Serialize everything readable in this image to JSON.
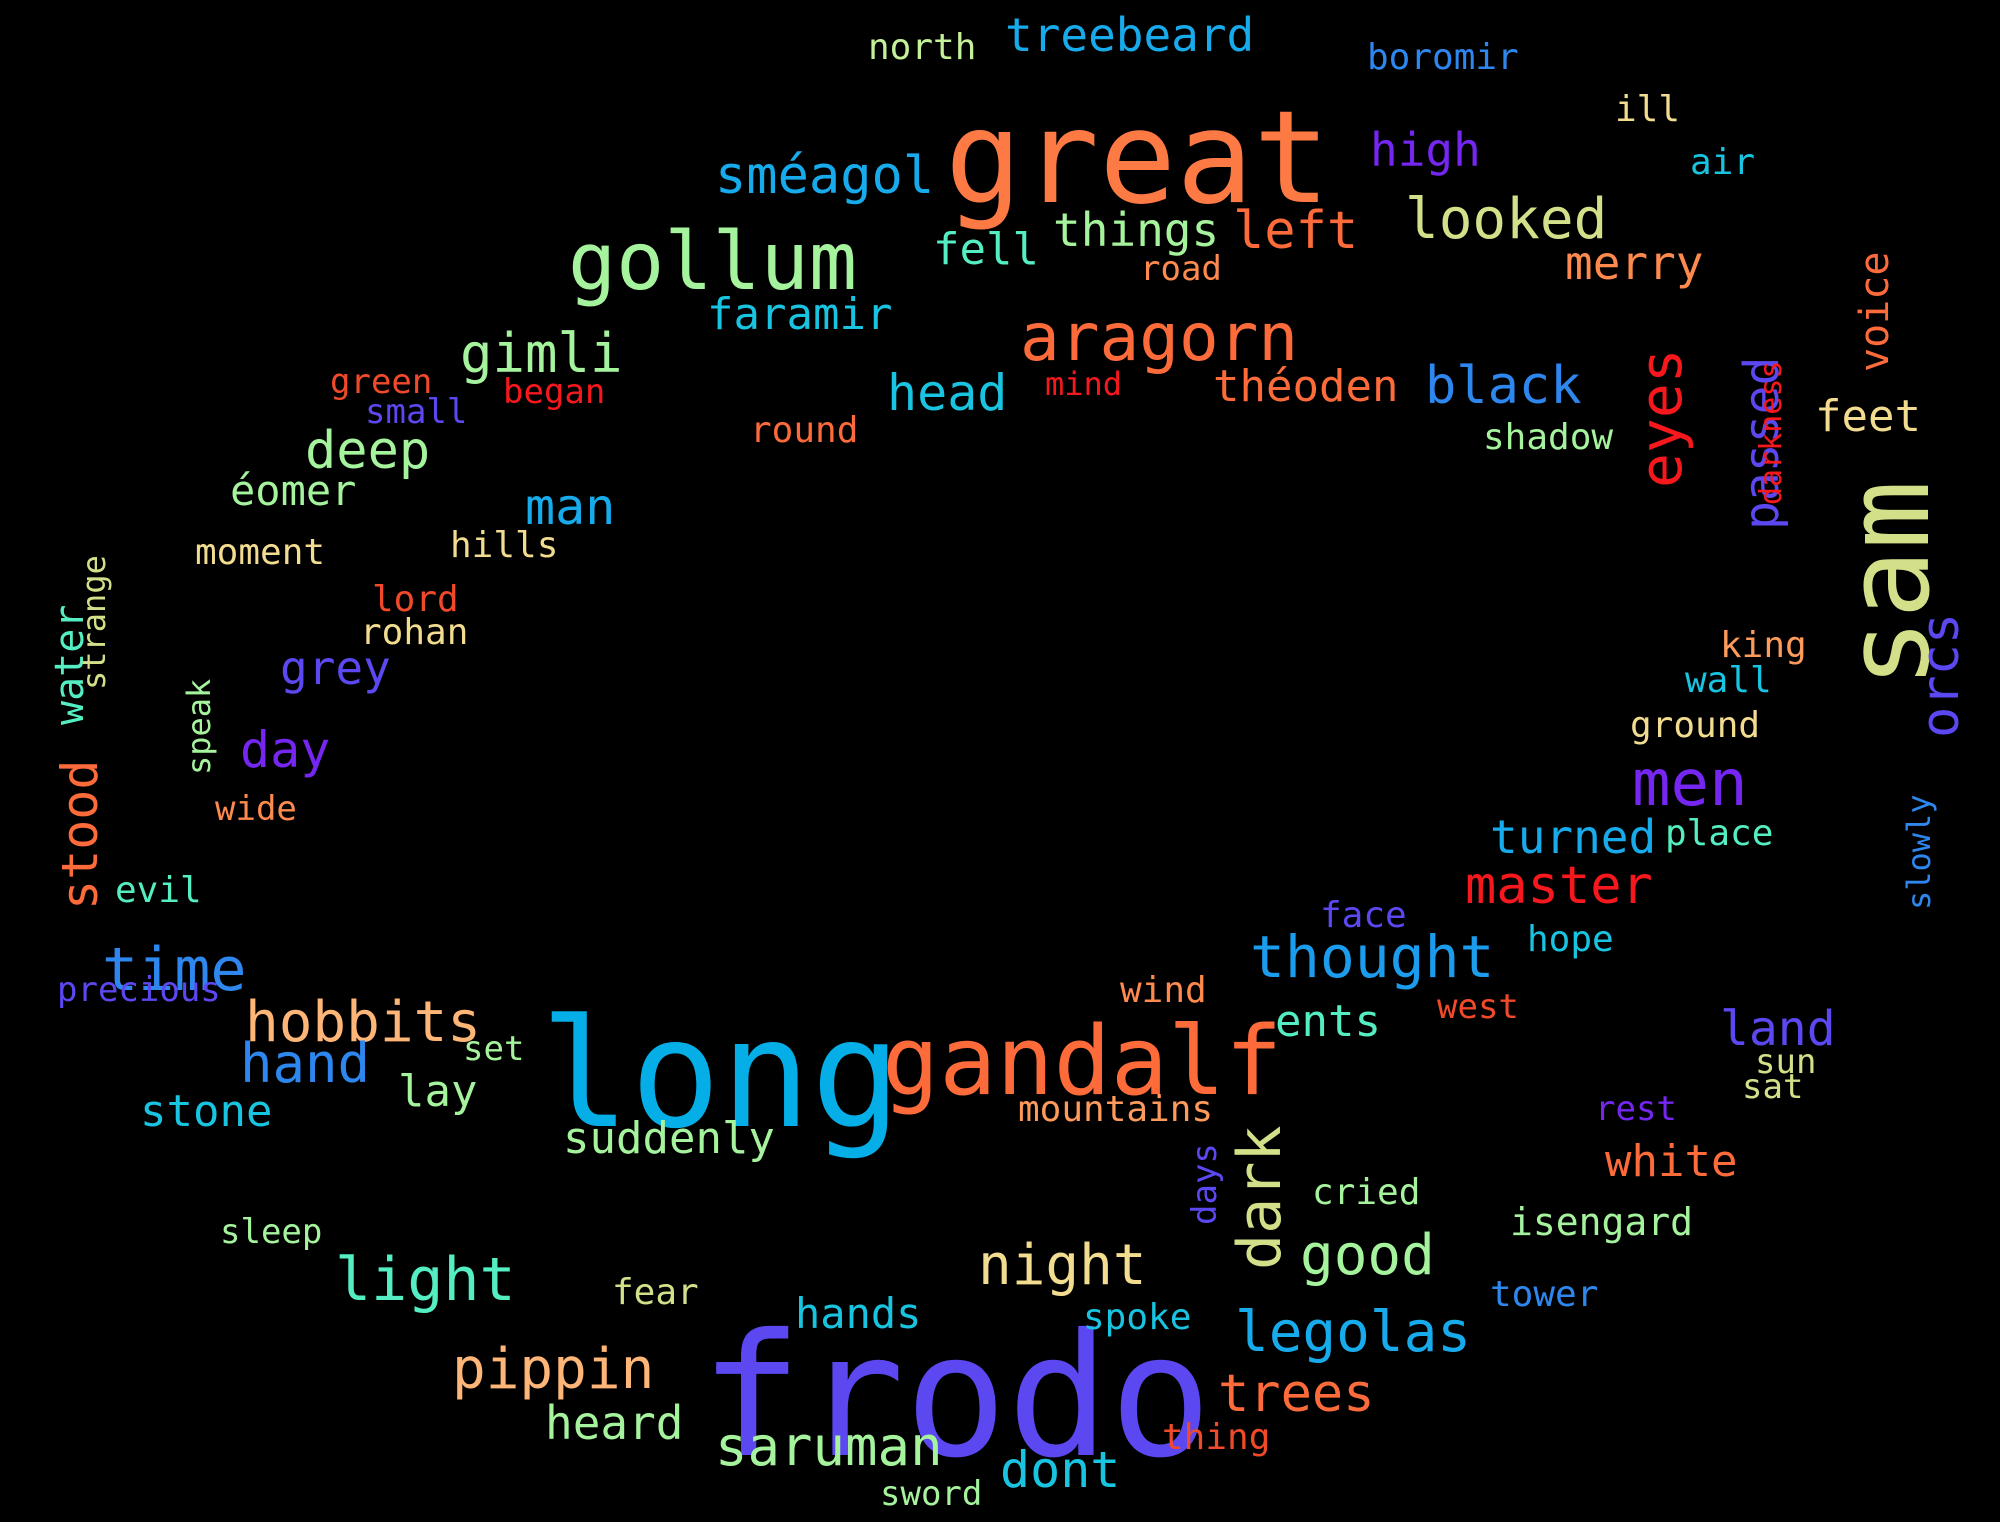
{
  "background": "#000000",
  "words": [
    {
      "text": "frodo",
      "color": "#5b48f0"
    },
    {
      "text": "long",
      "color": "#05aee6"
    },
    {
      "text": "great",
      "color": "#fe7a44"
    },
    {
      "text": "sam",
      "color": "#d4e089"
    },
    {
      "text": "gandalf",
      "color": "#fe6b3b"
    },
    {
      "text": "gollum",
      "color": "#a6f39e"
    },
    {
      "text": "aragorn",
      "color": "#fe6b3b"
    },
    {
      "text": "eyes",
      "color": "#f6181c"
    },
    {
      "text": "dark",
      "color": "#d4e089"
    },
    {
      "text": "men",
      "color": "#7526f0"
    },
    {
      "text": "thought",
      "color": "#1c9cec"
    },
    {
      "text": "time",
      "color": "#2d87ef"
    },
    {
      "text": "hobbits",
      "color": "#feb678"
    },
    {
      "text": "light",
      "color": "#54eec2"
    },
    {
      "text": "legolas",
      "color": "#18abec"
    },
    {
      "text": "orcs",
      "color": "#5b48f0"
    },
    {
      "text": "passed",
      "color": "#5b48f0"
    },
    {
      "text": "master",
      "color": "#f6181c"
    },
    {
      "text": "looked",
      "color": "#d4e089"
    },
    {
      "text": "gimli",
      "color": "#a6f39e"
    },
    {
      "text": "sméagol",
      "color": "#18abec"
    },
    {
      "text": "saruman",
      "color": "#a6f39e"
    },
    {
      "text": "pippin",
      "color": "#feb678"
    },
    {
      "text": "night",
      "color": "#f2dc90"
    },
    {
      "text": "good",
      "color": "#a6f39e"
    },
    {
      "text": "trees",
      "color": "#fe6b3b"
    },
    {
      "text": "left",
      "color": "#fe6b3b"
    },
    {
      "text": "black",
      "color": "#2d87ef"
    },
    {
      "text": "hand",
      "color": "#2d87ef"
    },
    {
      "text": "deep",
      "color": "#a6f39e"
    },
    {
      "text": "head",
      "color": "#18c4e0"
    },
    {
      "text": "land",
      "color": "#5b48f0"
    },
    {
      "text": "dont",
      "color": "#18c4e0"
    },
    {
      "text": "heard",
      "color": "#a6f39e"
    },
    {
      "text": "suddenly",
      "color": "#a6f39e"
    },
    {
      "text": "things",
      "color": "#a6f39e"
    },
    {
      "text": "man",
      "color": "#18abec"
    },
    {
      "text": "turned",
      "color": "#18abec"
    },
    {
      "text": "stood",
      "color": "#fe6b3b"
    },
    {
      "text": "day",
      "color": "#7526f0"
    },
    {
      "text": "high",
      "color": "#7526f0"
    },
    {
      "text": "merry",
      "color": "#fe8a4e"
    },
    {
      "text": "white",
      "color": "#fe6b3b"
    },
    {
      "text": "feet",
      "color": "#f2dc90"
    },
    {
      "text": "hands",
      "color": "#18c4e0"
    },
    {
      "text": "treebeard",
      "color": "#18abec"
    },
    {
      "text": "fell",
      "color": "#54eec2"
    },
    {
      "text": "grey",
      "color": "#5b48f0"
    },
    {
      "text": "faramir",
      "color": "#18c4e0"
    },
    {
      "text": "théoden",
      "color": "#fe6b3b"
    },
    {
      "text": "stone",
      "color": "#18c4e0"
    },
    {
      "text": "lay",
      "color": "#a6f39e"
    },
    {
      "text": "ents",
      "color": "#54eec2"
    },
    {
      "text": "éomer",
      "color": "#a6f39e"
    },
    {
      "text": "voice",
      "color": "#fe6b3b"
    },
    {
      "text": "water",
      "color": "#54eec2"
    },
    {
      "text": "north",
      "color": "#c4f09a"
    },
    {
      "text": "boromir",
      "color": "#2d87ef"
    },
    {
      "text": "ill",
      "color": "#f2dc90"
    },
    {
      "text": "air",
      "color": "#18c4e0"
    },
    {
      "text": "road",
      "color": "#fe8a4e"
    },
    {
      "text": "green",
      "color": "#f04a2a"
    },
    {
      "text": "began",
      "color": "#f6181c"
    },
    {
      "text": "small",
      "color": "#5b48f0"
    },
    {
      "text": "mind",
      "color": "#f6181c"
    },
    {
      "text": "round",
      "color": "#fe6b3b"
    },
    {
      "text": "shadow",
      "color": "#a6f39e"
    },
    {
      "text": "darkness",
      "color": "#f6181c"
    },
    {
      "text": "moment",
      "color": "#f2dc90"
    },
    {
      "text": "hills",
      "color": "#f2dc90"
    },
    {
      "text": "strange",
      "color": "#d4e089"
    },
    {
      "text": "lord",
      "color": "#f04a2a"
    },
    {
      "text": "rohan",
      "color": "#f2dc90"
    },
    {
      "text": "king",
      "color": "#fe9a5c"
    },
    {
      "text": "wall",
      "color": "#18c4e0"
    },
    {
      "text": "ground",
      "color": "#f2dc90"
    },
    {
      "text": "speak",
      "color": "#a6f39e"
    },
    {
      "text": "wide",
      "color": "#fe8a4e"
    },
    {
      "text": "place",
      "color": "#54eec2"
    },
    {
      "text": "slowly",
      "color": "#2d87ef"
    },
    {
      "text": "evil",
      "color": "#54eec2"
    },
    {
      "text": "face",
      "color": "#5b48f0"
    },
    {
      "text": "hope",
      "color": "#18c4e0"
    },
    {
      "text": "precious",
      "color": "#5b48f0"
    },
    {
      "text": "wind",
      "color": "#fe8a4e"
    },
    {
      "text": "west",
      "color": "#f04a2a"
    },
    {
      "text": "set",
      "color": "#a6f39e"
    },
    {
      "text": "sun",
      "color": "#d4e089"
    },
    {
      "text": "sat",
      "color": "#d4e089"
    },
    {
      "text": "mountains",
      "color": "#fe9a5c"
    },
    {
      "text": "rest",
      "color": "#7526f0"
    },
    {
      "text": "days",
      "color": "#5b48f0"
    },
    {
      "text": "cried",
      "color": "#a6f39e"
    },
    {
      "text": "isengard",
      "color": "#a6f39e"
    },
    {
      "text": "sleep",
      "color": "#a6f39e"
    },
    {
      "text": "fear",
      "color": "#d4e089"
    },
    {
      "text": "spoke",
      "color": "#18c4e0"
    },
    {
      "text": "tower",
      "color": "#2d87ef"
    },
    {
      "text": "thing",
      "color": "#f04a2a"
    },
    {
      "text": "sword",
      "color": "#a6f39e"
    }
  ]
}
